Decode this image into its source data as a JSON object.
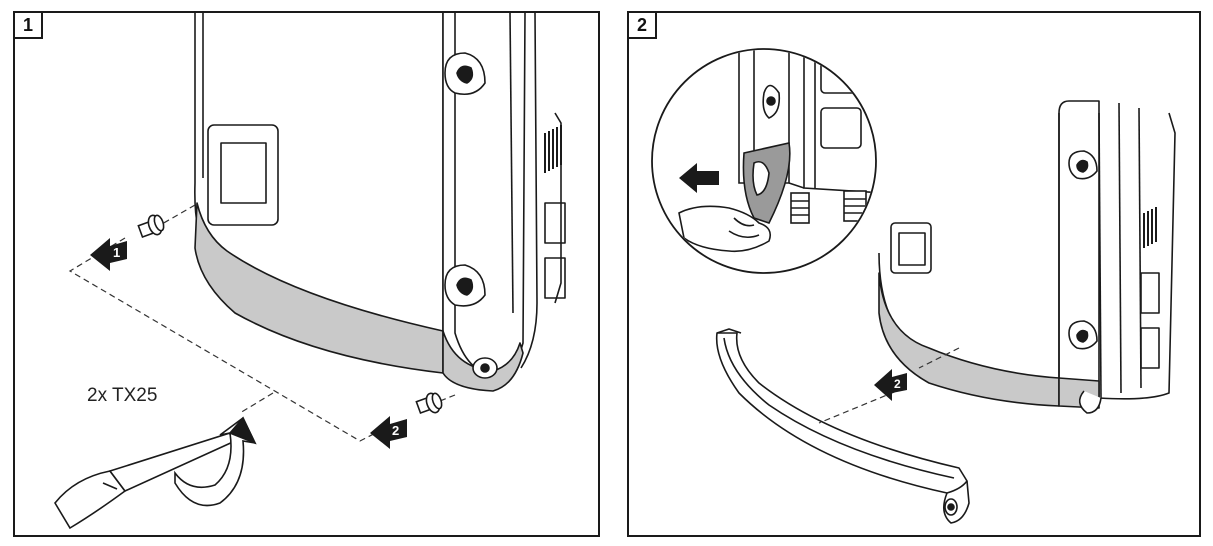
{
  "panels": [
    {
      "step": "1",
      "tool_label": "2x TX25"
    },
    {
      "step": "2"
    }
  ],
  "arrow_badges": {
    "one": "1",
    "two": "2"
  },
  "colors": {
    "stroke": "#1a1a1a",
    "cover_gray": "#c9c9c9",
    "badge": "#1a1a1a"
  }
}
